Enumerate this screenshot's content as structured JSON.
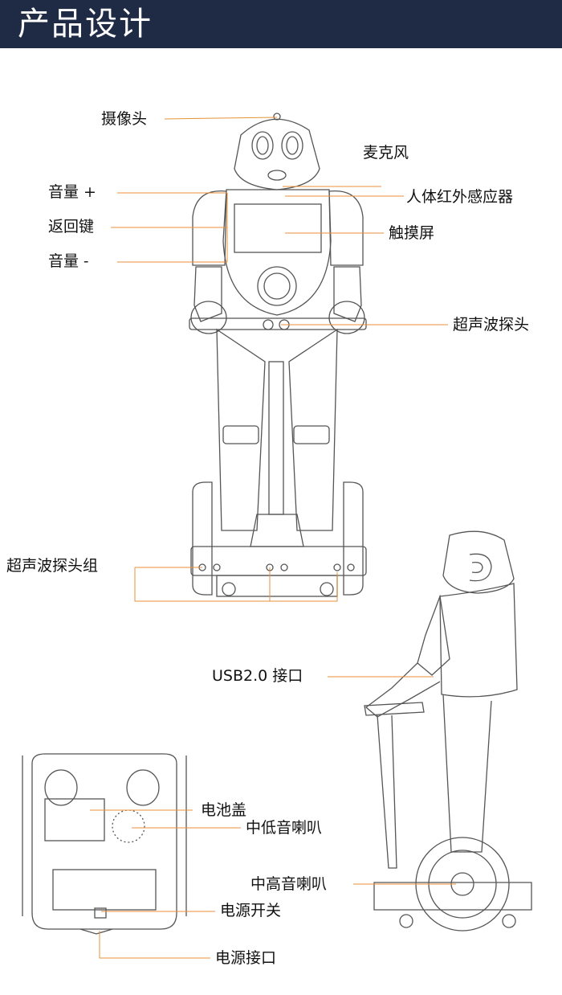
{
  "header": {
    "title": "产品设计"
  },
  "labels": {
    "camera": "摄像头",
    "microphone": "麦克风",
    "ir_sensor": "人体红外感应器",
    "volume_up": "音量 +",
    "back_key": "返回键",
    "touchscreen": "触摸屏",
    "volume_down": "音量 -",
    "ultrasonic_probe": "超声波探头",
    "ultrasonic_group": "超声波探头组",
    "usb_port": "USB2.0 接口",
    "battery_cover": "电池盖",
    "mid_low_speaker": "中低音喇叭",
    "mid_high_speaker": "中高音喇叭",
    "power_switch": "电源开关",
    "power_port": "电源接口"
  },
  "colors": {
    "header_bg": "#1f2a45",
    "leader_line": "#e8923a",
    "outline": "#555555"
  }
}
